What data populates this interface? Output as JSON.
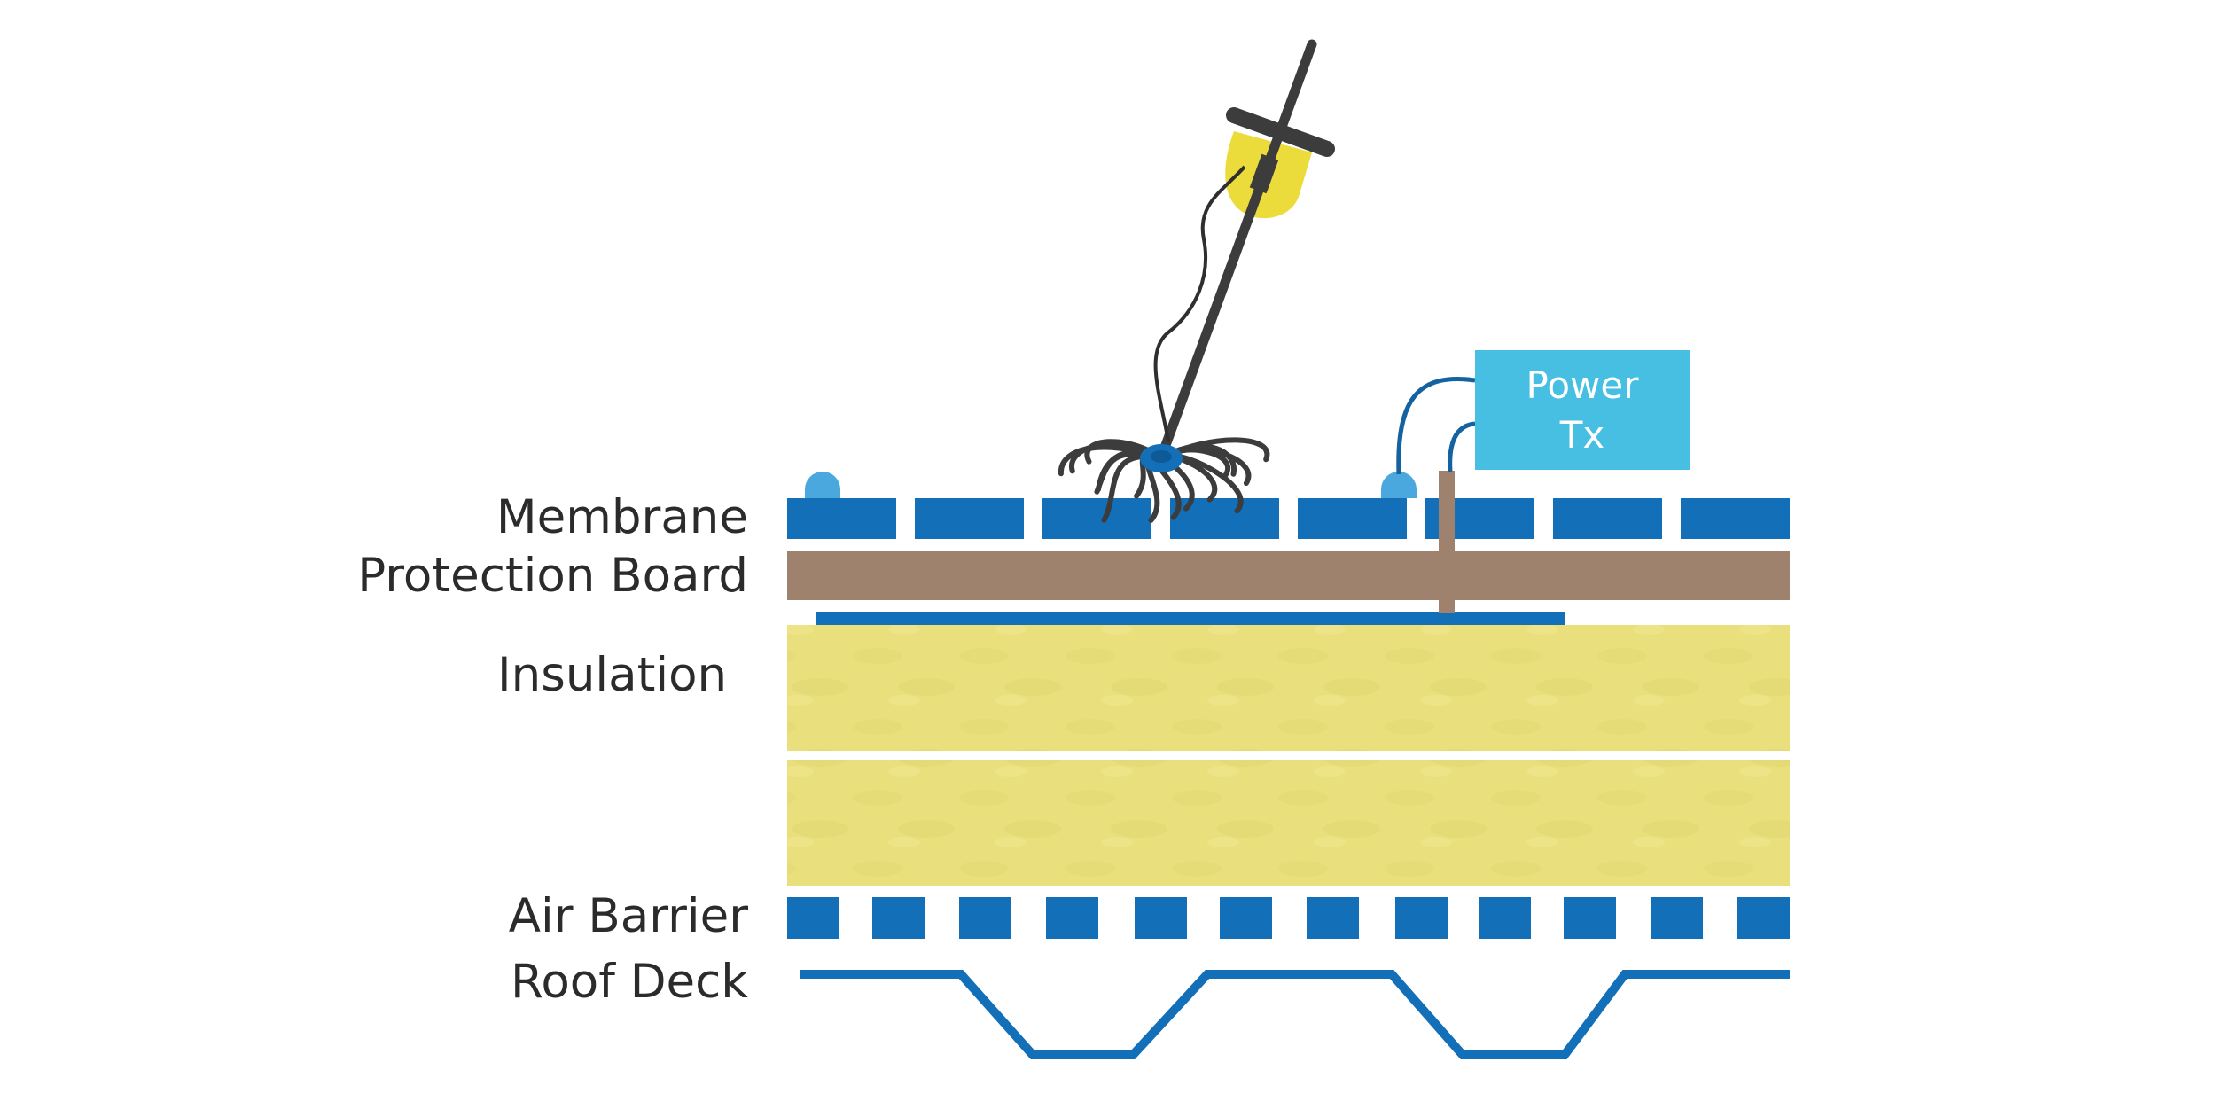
{
  "labels": {
    "membrane": "Membrane",
    "protection_board": "Protection Board",
    "insulation": "Insulation",
    "air_barrier": "Air Barrier",
    "roof_deck": "Roof Deck"
  },
  "transmitter": {
    "line1": "Power",
    "line2": "Tx"
  },
  "colors": {
    "membrane": "#126fb8",
    "protection_board": "#9e826d",
    "insulation": "#e9e07d",
    "insulation_texture": "#d9cf68",
    "air_barrier": "#126fb8",
    "roof_deck": "#126fb8",
    "transmitter_box": "#47bfe3",
    "contact_dome": "#4aa8df",
    "wand": "#3c3c3c",
    "handle_grip": "#ecdc3b",
    "text": "#2b2b2b"
  },
  "icons": {
    "broom_electrode": "broom-electrode-icon",
    "handheld_probe": "handheld-probe-icon",
    "contact_dome": "contact-dome-icon",
    "ground_rod": "ground-rod-icon"
  }
}
